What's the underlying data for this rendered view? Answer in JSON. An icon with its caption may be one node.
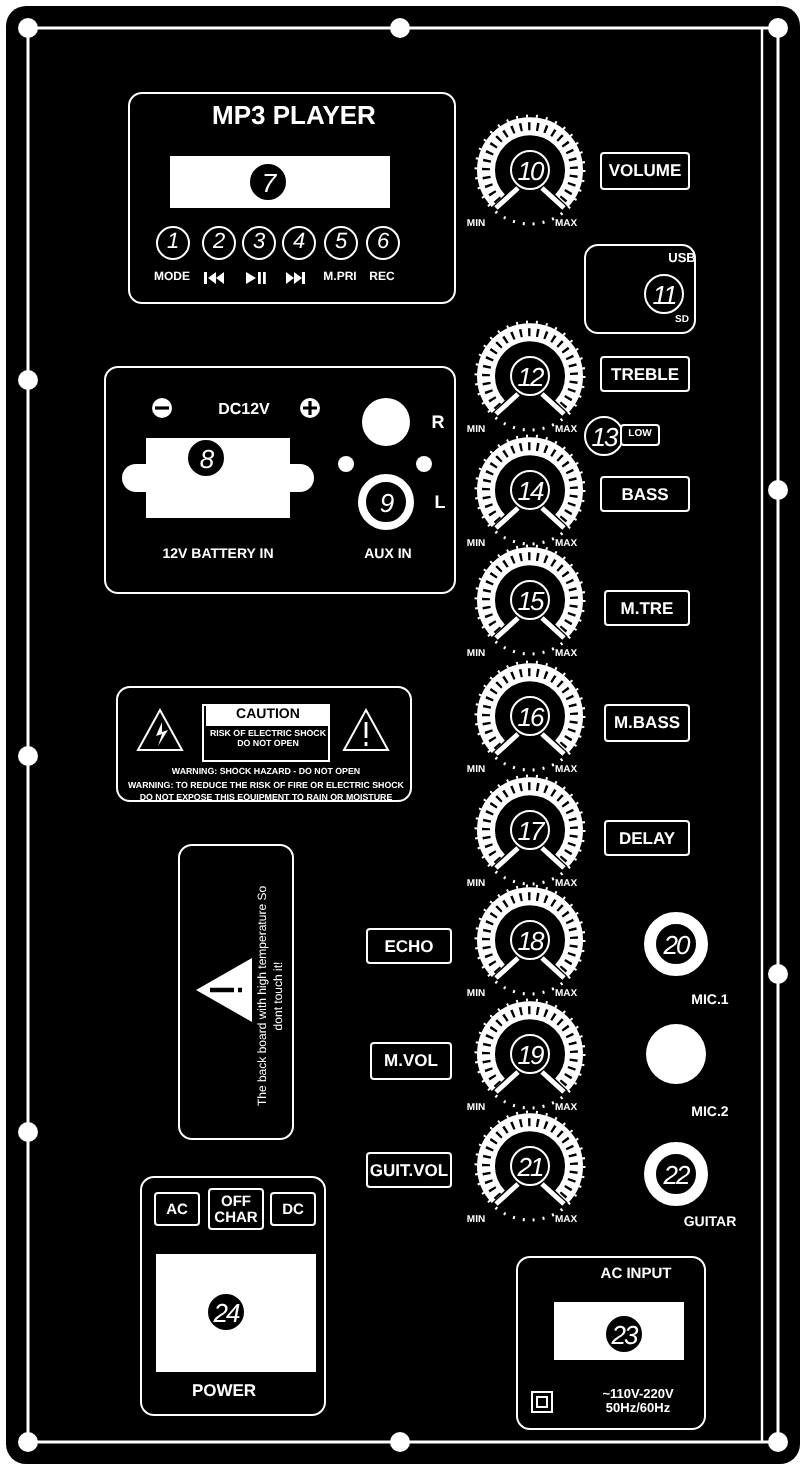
{
  "diagram": {
    "nodes": [
      {
        "text": [
          "MP3 PLAYER",
          "MODE",
          "M.PRI",
          "REC"
        ]
      },
      {
        "text": [],
        "shape": "box",
        "in": 0
      },
      {
        "text": [
          "7"
        ],
        "in": 1
      },
      {
        "text": [
          "1"
        ],
        "in": 0
      },
      {
        "text": [
          "2"
        ],
        "in": 0
      },
      {
        "text": [
          "3"
        ],
        "in": 0
      },
      {
        "text": [
          "4"
        ],
        "in": 0
      },
      {
        "text": [
          "5"
        ],
        "in": 0
      },
      {
        "text": [
          "6"
        ],
        "in": 0
      },
      {
        "text": [
          "10"
        ]
      },
      {
        "text": [
          "VOLUME"
        ]
      },
      {
        "text": [
          "USB",
          "SD"
        ]
      },
      {
        "text": [
          "11"
        ],
        "in": 11
      },
      {
        "text": [
          "12"
        ]
      },
      {
        "text": [
          "TREBLE"
        ]
      },
      {
        "text": [
          "13"
        ]
      },
      {
        "text": [
          "LOW"
        ]
      },
      {
        "text": [
          "DC12V",
          "R",
          "L",
          "12V BATTERY IN",
          "AUX IN"
        ]
      },
      {
        "text": [],
        "shape": "box",
        "in": 17
      },
      {
        "text": [
          "8"
        ],
        "in": 18
      },
      {
        "text": [],
        "shape": "circle",
        "in": 17
      },
      {
        "text": [
          "9"
        ],
        "in": 17
      },
      {
        "text": [
          "14"
        ]
      },
      {
        "text": [
          "BASS"
        ]
      },
      {
        "text": [
          "15"
        ]
      },
      {
        "text": [
          "M.TRE"
        ]
      },
      {
        "text": [
          "16"
        ]
      },
      {
        "text": [
          "M.BASS"
        ]
      },
      {
        "text": [
          "WARNING: SHOCK HAZARD - DO NOT OPEN",
          "WARNING: TO REDUCE THE RISK OF FIRE OR ELECTRIC SHOCK",
          "DO NOT EXPOSE THIS EQUIPMENT TO RAIN OR MOISTURE"
        ]
      },
      {
        "text": [
          "CAUTION",
          "RISK OF ELECTRIC SHOCK DO NOT OPEN"
        ],
        "in": 28
      },
      {
        "text": [
          "17"
        ]
      },
      {
        "text": [
          "DELAY"
        ]
      },
      {
        "text": [
          "The back board with high temperature So dont touch it!"
        ]
      },
      {
        "text": [
          "ECHO"
        ]
      },
      {
        "text": [
          "18"
        ]
      },
      {
        "text": [
          "20"
        ]
      },
      {
        "text": [
          "M.VOL"
        ]
      },
      {
        "text": [
          "19"
        ]
      },
      {
        "text": [],
        "shape": "circle"
      },
      {
        "text": [
          "GUIT.VOL"
        ]
      },
      {
        "text": [
          "21"
        ]
      },
      {
        "text": [
          "22"
        ]
      },
      {
        "text": [
          "POWER"
        ]
      },
      {
        "text": [
          "AC"
        ],
        "in": 42
      },
      {
        "text": [
          "OFF CHAR"
        ],
        "in": 42
      },
      {
        "text": [
          "DC"
        ],
        "in": 42
      },
      {
        "text": [],
        "shape": "box",
        "in": 42
      },
      {
        "text": [
          "24"
        ],
        "in": 46
      },
      {
        "text": [
          "AC INPUT",
          "~110V-220V 50Hz/60Hz"
        ]
      },
      {
        "text": [],
        "shape": "box",
        "in": 48
      },
      {
        "text": [
          "23"
        ],
        "in": 49
      }
    ],
    "edges": [],
    "labels": [
      "MIN",
      "MAX",
      "MIN",
      "MAX",
      "MIN",
      "MAX",
      "MIN",
      "MAX",
      "MIN",
      "MAX",
      "MIN",
      "MAX",
      "MIN",
      "MAX",
      "MIN",
      "MAX",
      "MIN",
      "MAX",
      "MIC.1",
      "MIC.2",
      "GUITAR"
    ]
  }
}
